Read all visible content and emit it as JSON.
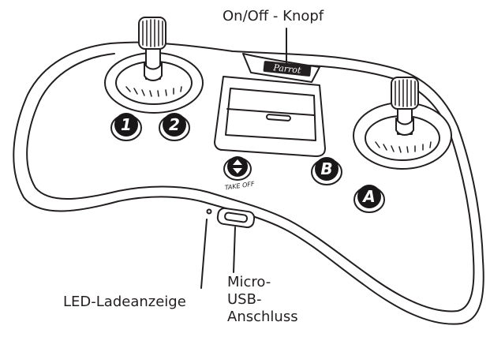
{
  "labels": {
    "power_button": "On/Off - Knopf",
    "brand": "Parrot",
    "take_off": "TAKE OFF",
    "led": "LED-Ladeanzeige",
    "usb_line1": "Micro-",
    "usb_line2": "USB-",
    "usb_line3": "Anschluss"
  },
  "buttons": {
    "one": "1",
    "two": "2",
    "b": "B",
    "a": "A"
  },
  "colors": {
    "outline": "#231f20",
    "button_fill": "#1a1718",
    "body_fill": "#ffffff"
  }
}
